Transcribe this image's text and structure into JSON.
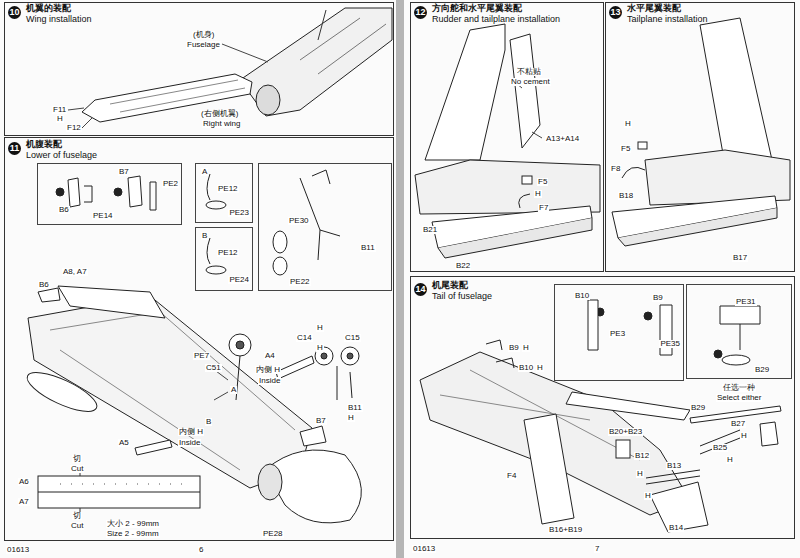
{
  "diagram": {
    "nodes": [
      {
        "text": [
          "10",
          "机翼的装配",
          "Wing installation"
        ]
      },
      {
        "text": [
          "11",
          "机腹装配",
          "Lower of fuselage"
        ]
      },
      {
        "text": [
          "B6",
          "PE14",
          "B7",
          "PE2"
        ],
        "in": 1
      },
      {
        "text": [
          "A",
          "PE12",
          "PE23"
        ],
        "in": 1
      },
      {
        "text": [
          "B",
          "PE12",
          "PE24"
        ],
        "in": 1
      },
      {
        "text": [
          "PE30",
          "B11",
          "PE22"
        ],
        "in": 1
      },
      {
        "text": [
          "12",
          "方向舵和水平尾翼装配",
          "Rudder and tailplane installation"
        ]
      },
      {
        "text": [
          "13",
          "水平尾翼装配",
          "Tailplane installation"
        ]
      },
      {
        "text": [
          "14",
          "机尾装配",
          "Tail of fuselage"
        ]
      },
      {
        "text": [
          "B10",
          "B9",
          "PE3",
          "PE35"
        ],
        "in": 8
      },
      {
        "text": [
          "PE31",
          "B29"
        ],
        "in": 8
      }
    ],
    "labels": [
      "(机身)",
      "Fuselage",
      "(右侧机翼)",
      "Right wing",
      "F11",
      "H",
      "F12",
      "A8, A7",
      "B6",
      "PE7",
      "C51",
      "A",
      "B",
      "A4",
      "内侧 H",
      "Inside",
      "C14",
      "H",
      "C15",
      "H",
      "B11",
      "H",
      "B7",
      "A5",
      "内侧 H",
      "Inside",
      "PE28",
      "切",
      "Cut",
      "A6",
      "A7",
      "切",
      "Cut",
      "大小 2 - 99mm",
      "Size 2 - 99mm",
      "01613",
      "6",
      "不粘贴",
      "No cement",
      "A13+A14",
      "F5",
      "H",
      "F7",
      "B21",
      "B22",
      "H",
      "F5",
      "F8",
      "B18",
      "B17",
      "B9",
      "H",
      "B10",
      "H",
      "B20+B23",
      "F4",
      "B12",
      "H",
      "B13",
      "H",
      "B16+B19",
      "B14",
      "任选一种",
      "Select either",
      "B29",
      "B27",
      "H",
      "B25",
      "H",
      "01613",
      "7"
    ]
  }
}
